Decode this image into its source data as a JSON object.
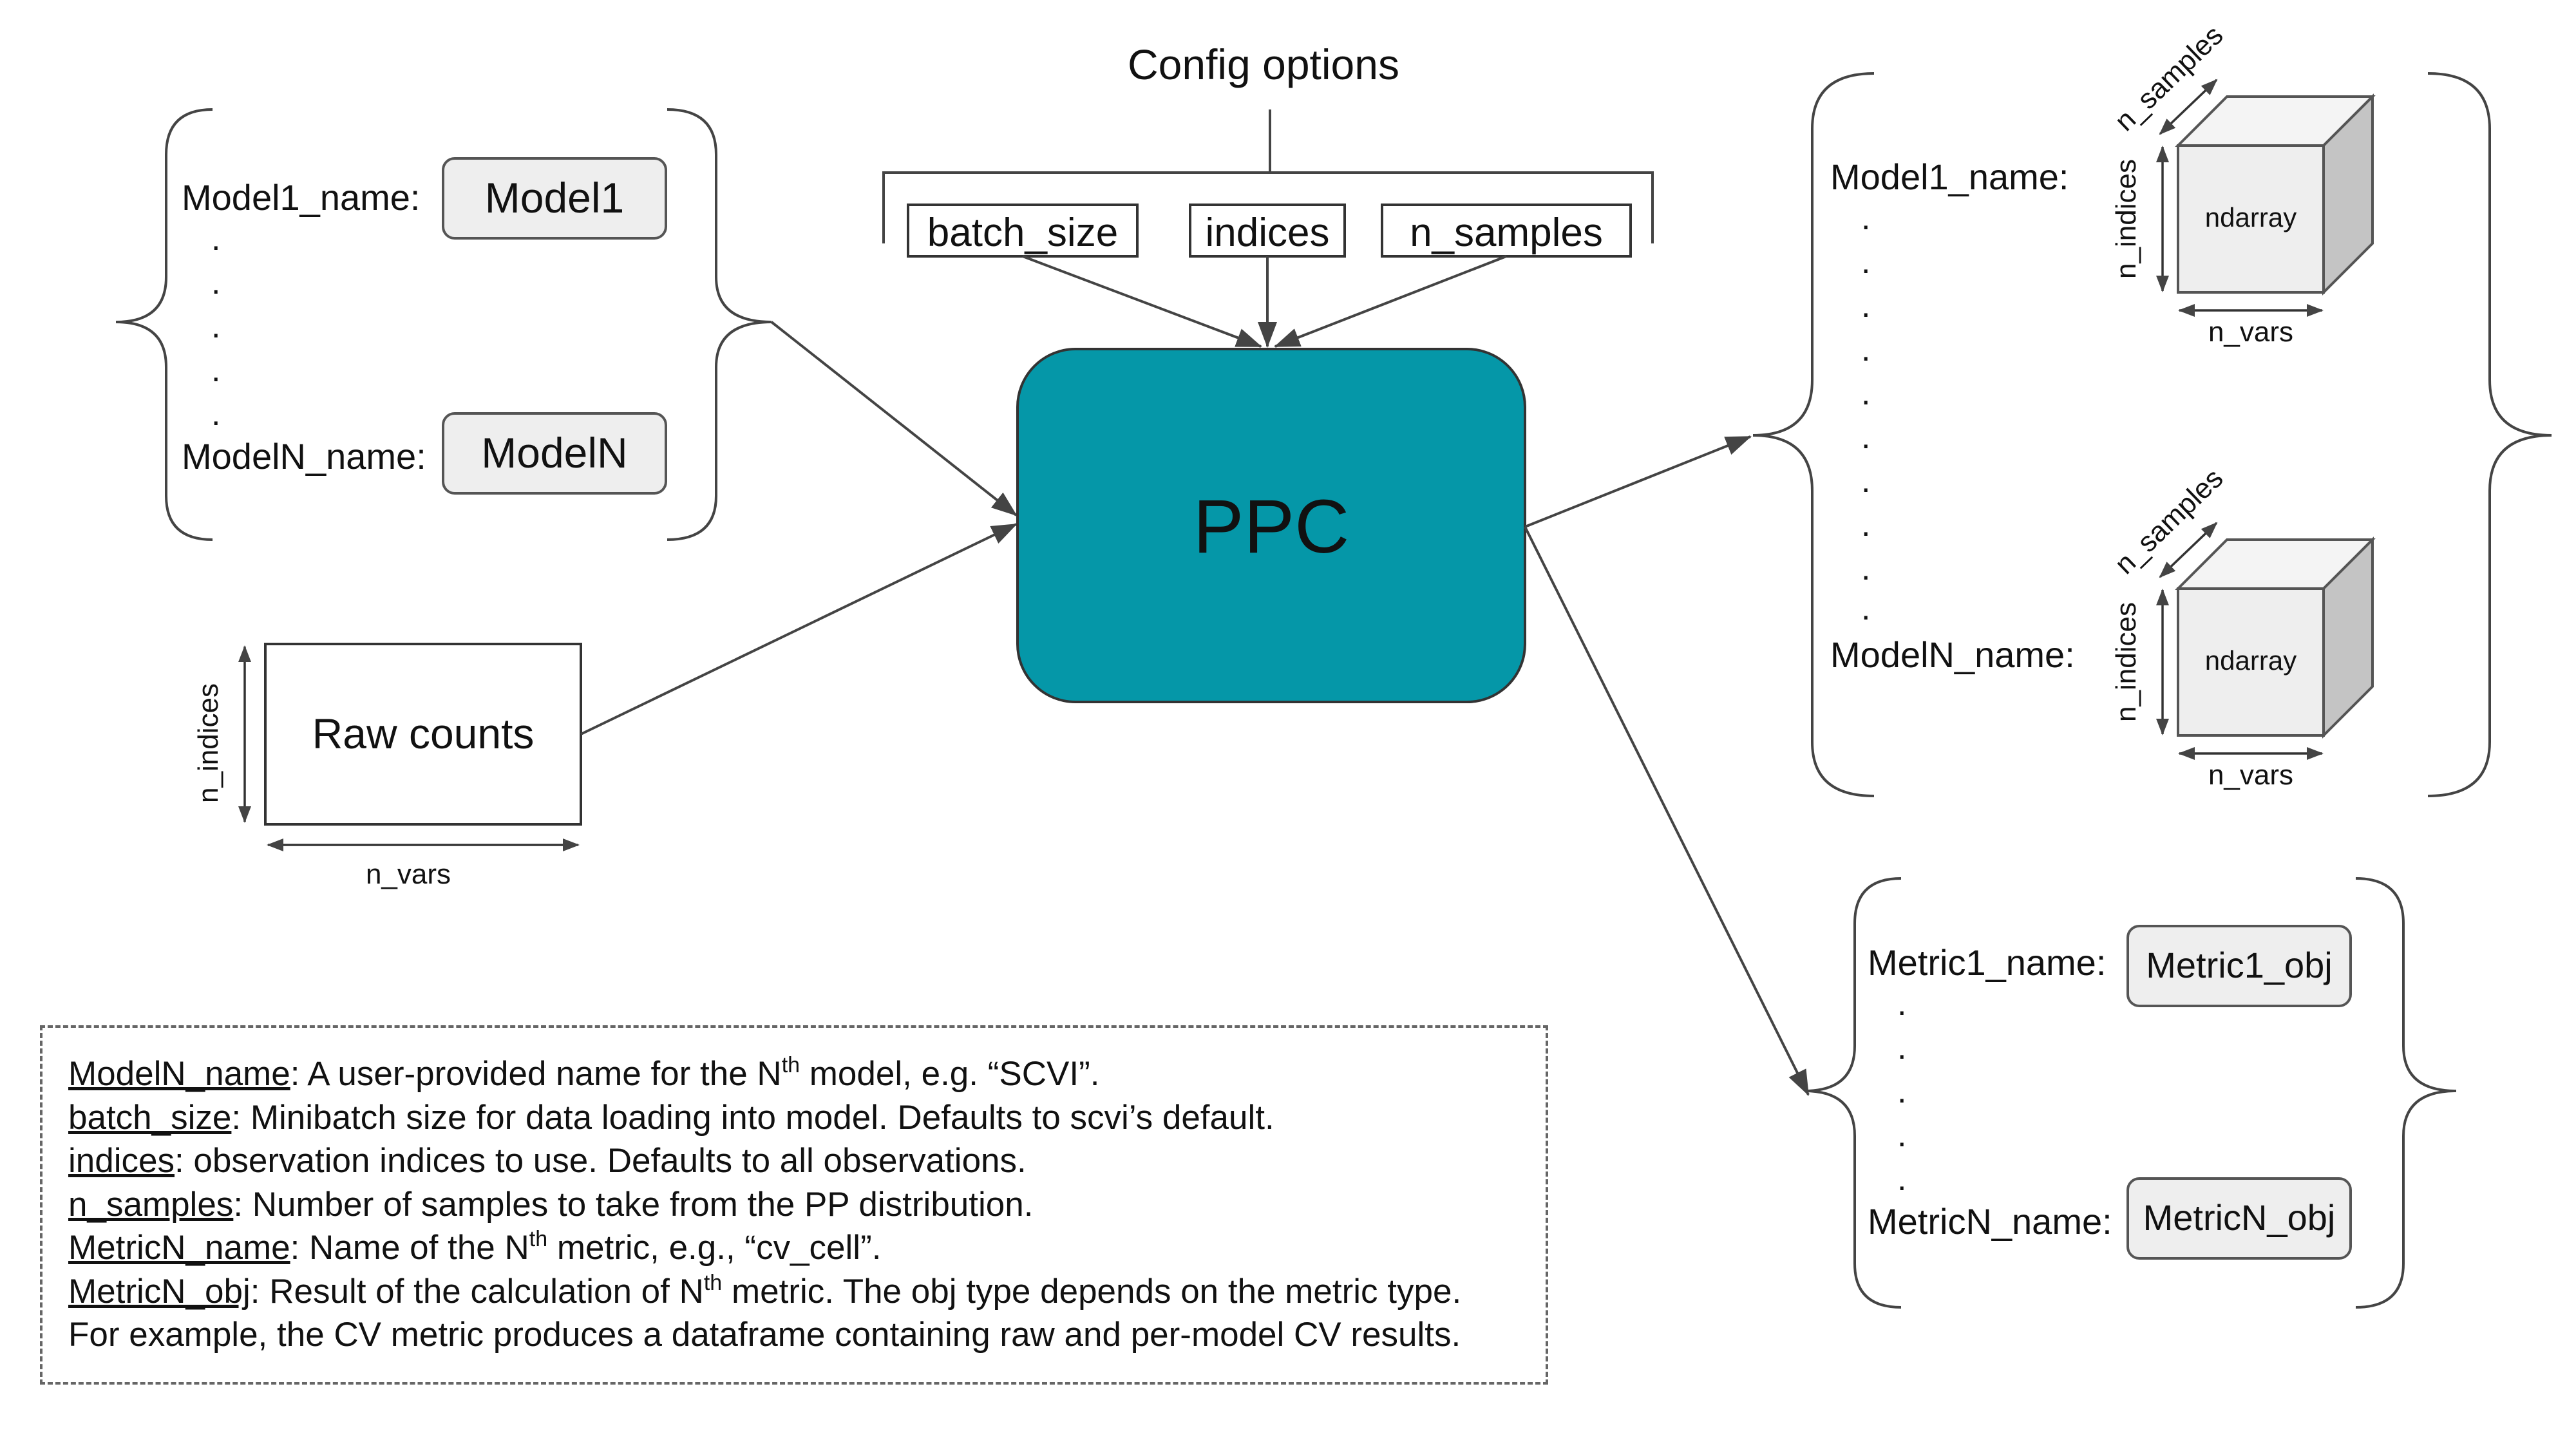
{
  "config": {
    "title": "Config options",
    "options": [
      "batch_size",
      "indices",
      "n_samples"
    ]
  },
  "models_input": {
    "first_label": "Model1_name:",
    "first_value": "Model1",
    "last_label": "ModelN_name:",
    "last_value": "ModelN",
    "dots": "."
  },
  "raw_counts": {
    "label": "Raw counts",
    "y_dim": "n_indices",
    "x_dim": "n_vars"
  },
  "ppc": {
    "label": "PPC",
    "color": "#0597a8"
  },
  "samples_output": {
    "first_label": "Model1_name:",
    "last_label": "ModelN_name:",
    "cube_label": "ndarray",
    "depth_dim": "n_samples",
    "height_dim": "n_indices",
    "width_dim": "n_vars",
    "dots": "."
  },
  "metrics_output": {
    "first_label": "Metric1_name:",
    "first_value": "Metric1_obj",
    "last_label": "MetricN_name:",
    "last_value": "MetricN_obj",
    "dots": "."
  },
  "legend": [
    {
      "term": "ModelN_name",
      "pre": ": A user-provided name for the N",
      "sup": "th",
      "post": " model, e.g. “SCVI”."
    },
    {
      "term": "batch_size",
      "pre": ": Minibatch size for data loading into model. Defaults to scvi’s default.",
      "sup": "",
      "post": ""
    },
    {
      "term": "indices",
      "pre": ": observation indices to use. Defaults to all observations.",
      "sup": "",
      "post": ""
    },
    {
      "term": "n_samples",
      "pre": ": Number of samples to take from the PP distribution.",
      "sup": "",
      "post": ""
    },
    {
      "term": "MetricN_name",
      "pre": ": Name of the N",
      "sup": "th",
      "post": " metric, e.g., “cv_cell”."
    },
    {
      "term": "MetricN_obj",
      "pre": ": Result of the calculation of N",
      "sup": "th",
      "post": " metric. The obj type depends on the metric type."
    },
    {
      "term": "",
      "pre": "For example, the CV metric produces a dataframe containing raw and per-model CV results.",
      "sup": "",
      "post": ""
    }
  ]
}
